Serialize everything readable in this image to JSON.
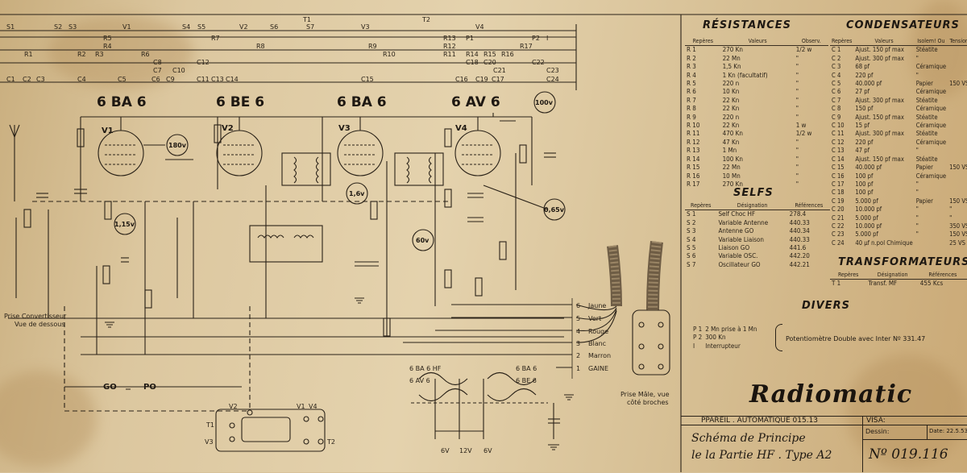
{
  "bus_labels": {
    "row0": [
      "T1",
      "T2"
    ],
    "row1": [
      "S1",
      "S2",
      "S3",
      "V1",
      "S4",
      "S5",
      "V2",
      "S6",
      "S7",
      "V3",
      "V4"
    ],
    "row2": [
      "R5",
      "R7",
      "R8",
      "R13",
      "P1",
      "P2",
      "I"
    ],
    "row3": [
      "R4",
      "R9",
      "R12",
      "R17"
    ],
    "row4": [
      "R1",
      "R2",
      "R3",
      "R6",
      "R10",
      "R11",
      "R14",
      "R15",
      "R16"
    ],
    "row5": [
      "C8",
      "C12",
      "C18",
      "C20",
      "C22"
    ],
    "row6": [
      "C7",
      "C10",
      "C6",
      "C9",
      "C11",
      "C14",
      "C15",
      "C16",
      "C19",
      "C21",
      "C23",
      "C24"
    ],
    "row6b": [
      "C1",
      "C2",
      "C3",
      "C4",
      "C5",
      "C13",
      "C17"
    ]
  },
  "tubes": [
    {
      "type": "6 BA 6",
      "ref": "V1",
      "voltage": "180v"
    },
    {
      "type": "6 BE 6",
      "ref": "V2"
    },
    {
      "type": "6 BA 6",
      "ref": "V3",
      "voltage": "1,6v"
    },
    {
      "type": "6 AV 6",
      "ref": "V4",
      "voltage": "100v"
    }
  ],
  "voltages": [
    "1,15v",
    "60v",
    "0,65v"
  ],
  "schematic_labels": {
    "prise": "Prise Convertisseur",
    "prise_sub": "Vue de dessous",
    "go": "GO",
    "po": "PO",
    "prise_male": "Prise Mâle, vue",
    "prise_male_sub": "côté broches",
    "wires": [
      {
        "num": "6",
        "color": "Jaune"
      },
      {
        "num": "5",
        "color": "Vert"
      },
      {
        "num": "4",
        "color": "Rouge"
      },
      {
        "num": "3",
        "color": "Blanc"
      },
      {
        "num": "2",
        "color": "Marron"
      },
      {
        "num": "1",
        "color": "GAINE"
      }
    ],
    "heater_tubes": [
      "6 BA 6 HF",
      "6 AV 6",
      "6 BA 6",
      "6 BE 6"
    ],
    "heater_volts": [
      "6V",
      "12V",
      "6V"
    ],
    "socket_refs": [
      "V2",
      "V1",
      "V4",
      "T1",
      "V3",
      "T2"
    ]
  },
  "resistances": {
    "title": "RÉSISTANCES",
    "headers": [
      "Repères",
      "Valeurs",
      "Observ."
    ],
    "rows": [
      [
        "R 1",
        "270 Kn",
        "1/2 w"
      ],
      [
        "R 2",
        "22 Mn",
        "\""
      ],
      [
        "R 3",
        "1,5 Kn",
        "\""
      ],
      [
        "R 4",
        "1 Kn (facultatif)",
        "\""
      ],
      [
        "R 5",
        "220 n",
        "\""
      ],
      [
        "R 6",
        "10 Kn",
        "\""
      ],
      [
        "R 7",
        "22 Kn",
        "\""
      ],
      [
        "R 8",
        "22 Kn",
        "\""
      ],
      [
        "R 9",
        "220 n",
        "\""
      ],
      [
        "R 10",
        "22 Kn",
        "1 w"
      ],
      [
        "R 11",
        "470 Kn",
        "1/2 w"
      ],
      [
        "R 12",
        "47 Kn",
        "\""
      ],
      [
        "R 13",
        "1 Mn",
        "\""
      ],
      [
        "R 14",
        "100 Kn",
        "\""
      ],
      [
        "R 15",
        "22 Mn",
        "\""
      ],
      [
        "R 16",
        "10 Mn",
        "\""
      ],
      [
        "R 17",
        "270 Kn",
        "\""
      ]
    ]
  },
  "condensateurs": {
    "title": "CONDENSATEURS",
    "headers": [
      "Repères",
      "Valeurs",
      "Isolem! Ou",
      "Tension"
    ],
    "rows": [
      [
        "C 1",
        "Ajust. 150 pf max",
        "Stéatite",
        ""
      ],
      [
        "C 2",
        "Ajust. 300 pf max",
        "\"",
        ""
      ],
      [
        "C 3",
        "68 pf",
        "Céramique",
        ""
      ],
      [
        "C 4",
        "220 pf",
        "\"",
        ""
      ],
      [
        "C 5",
        "40.000 pf",
        "Papier",
        "150 VS"
      ],
      [
        "C 6",
        "27 pf",
        "Céramique",
        ""
      ],
      [
        "C 7",
        "Ajust. 300 pf max",
        "Stéatite",
        ""
      ],
      [
        "C 8",
        "150 pf",
        "Céramique",
        ""
      ],
      [
        "C 9",
        "Ajust. 150 pf max",
        "Stéatite",
        ""
      ],
      [
        "C 10",
        "15 pf",
        "Céramique",
        ""
      ],
      [
        "C 11",
        "Ajust. 300 pf max",
        "Stéatite",
        ""
      ],
      [
        "C 12",
        "220 pf",
        "Céramique",
        ""
      ],
      [
        "C 13",
        "47 pf",
        "\"",
        ""
      ],
      [
        "C 14",
        "Ajust. 150 pf max",
        "Stéatite",
        ""
      ],
      [
        "C 15",
        "40.000 pf",
        "Papier",
        "150 VS"
      ],
      [
        "C 16",
        "100 pf",
        "Céramique",
        ""
      ],
      [
        "C 17",
        "100 pf",
        "\"",
        ""
      ],
      [
        "C 18",
        "100 pf",
        "\"",
        ""
      ],
      [
        "C 19",
        "5.000 pf",
        "Papier",
        "150 VS"
      ],
      [
        "C 20",
        "10.000 pf",
        "\"",
        "\""
      ],
      [
        "C 21",
        "5.000 pf",
        "\"",
        "\""
      ],
      [
        "C 22",
        "10.000 pf",
        "\"",
        "350 VS"
      ],
      [
        "C 23",
        "5.000 pf",
        "\"",
        "150 VS"
      ],
      [
        "C 24",
        "40 µf n.pol Chimique",
        "",
        "25 VS"
      ]
    ]
  },
  "selfs": {
    "title": "SELFS",
    "headers": [
      "Repères",
      "Désignation",
      "Références"
    ],
    "rows": [
      [
        "S 1",
        "Self Choc HF",
        "278.4"
      ],
      [
        "S 2",
        "Variable Antenne",
        "440.33"
      ],
      [
        "S 3",
        "Antenne GO",
        "440.34"
      ],
      [
        "S 4",
        "Variable Liaison",
        "440.33"
      ],
      [
        "S 5",
        "Liaison GO",
        "441.6"
      ],
      [
        "S 6",
        "Variable OSC.",
        "442.20"
      ],
      [
        "S 7",
        "Oscillateur GO",
        "442.21"
      ]
    ]
  },
  "transformateurs": {
    "title": "TRANSFORMATEURS",
    "headers": [
      "Repères",
      "Désignation",
      "Références"
    ],
    "rows": [
      [
        "T 1",
        "Transf. MF",
        "455 Kcs"
      ]
    ]
  },
  "divers": {
    "title": "DIVERS",
    "rows": [
      [
        "P 1",
        "2 Mn prise à 1 Mn"
      ],
      [
        "P 2",
        "300 Kn"
      ],
      [
        "I",
        "Interrupteur"
      ]
    ],
    "note": "Potentiomètre Double avec Inter  Nº 331.47"
  },
  "title_block": {
    "brand": "Radiomatic",
    "appareil": "PPAREIL . AUTOMATIQUE 015.13",
    "visa": "VISA:",
    "title1": "Schéma de Principe",
    "title2": "le la Partie HF . Type A2",
    "dessin": "Dessin:",
    "date": "Date: 22.5.53",
    "number": "Nº 019.116"
  }
}
